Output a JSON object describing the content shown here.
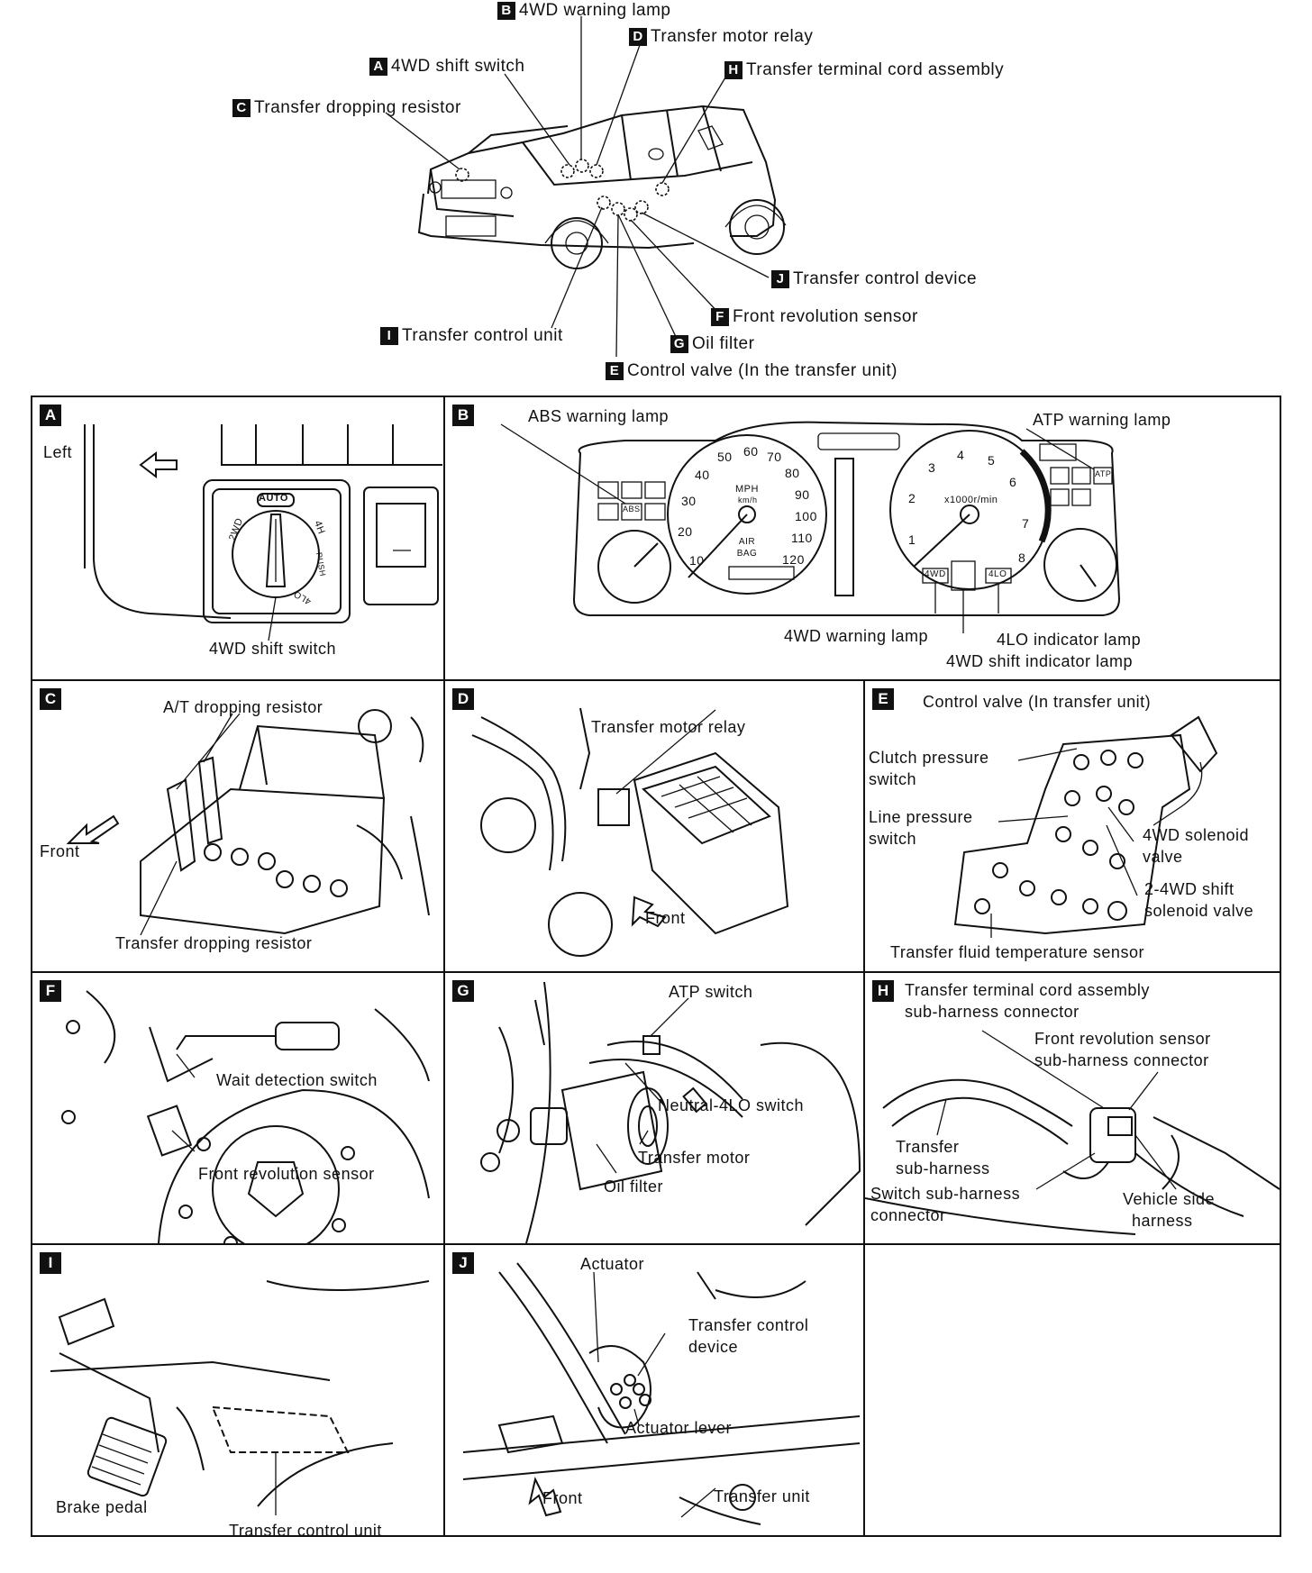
{
  "overview": {
    "callouts": [
      {
        "key": "B",
        "label": "4WD warning lamp"
      },
      {
        "key": "D",
        "label": "Transfer motor relay"
      },
      {
        "key": "A",
        "label": "4WD shift switch"
      },
      {
        "key": "H",
        "label": "Transfer terminal cord assembly"
      },
      {
        "key": "C",
        "label": "Transfer dropping resistor"
      },
      {
        "key": "J",
        "label": "Transfer control device"
      },
      {
        "key": "F",
        "label": "Front revolution sensor"
      },
      {
        "key": "I",
        "label": "Transfer control unit"
      },
      {
        "key": "G",
        "label": "Oil filter"
      },
      {
        "key": "E",
        "label": "Control valve (In the transfer unit)"
      }
    ]
  },
  "panels": {
    "A": {
      "key": "A",
      "left": "Left",
      "switch_label": "4WD shift switch",
      "auto": "AUTO",
      "pos_2wd": "2WD",
      "pos_4h": "4H",
      "push": "PUSH",
      "pos_4lo": "4LO"
    },
    "B": {
      "key": "B",
      "abs_lamp": "ABS warning lamp",
      "atp_lamp": "ATP warning lamp",
      "wd_lamp": "4WD warning lamp",
      "lo_lamp": "4LO indicator lamp",
      "shift_lamp": "4WD shift indicator lamp",
      "mph": "MPH",
      "kmh": "km/h",
      "rpm": "x1000r/min",
      "airbag": "AIR BAG",
      "abs": "ABS",
      "atp": "ATP",
      "wd": "4WD",
      "lo": "4LO",
      "speed_ticks": [
        "10",
        "20",
        "30",
        "40",
        "50",
        "60",
        "70",
        "80",
        "90",
        "100",
        "110",
        "120"
      ],
      "rpm_ticks": [
        "1",
        "2",
        "3",
        "4",
        "5",
        "6",
        "7",
        "8"
      ]
    },
    "C": {
      "key": "C",
      "at_resistor": "A/T dropping resistor",
      "front": "Front",
      "transfer_resistor": "Transfer dropping resistor"
    },
    "D": {
      "key": "D",
      "relay": "Transfer motor relay",
      "front": "Front"
    },
    "E": {
      "key": "E",
      "title": "Control valve (In transfer unit)",
      "clutch_1": "Clutch pressure",
      "clutch_2": "switch",
      "line_1": "Line pressure",
      "line_2": "switch",
      "sol4wd_1": "4WD solenoid",
      "sol4wd_2": "valve",
      "sol24_1": "2-4WD shift",
      "sol24_2": "solenoid valve",
      "temp": "Transfer fluid temperature sensor"
    },
    "F": {
      "key": "F",
      "wait": "Wait detection switch",
      "sensor": "Front revolution sensor"
    },
    "G": {
      "key": "G",
      "atp": "ATP switch",
      "neutral": "Neutral-4LO switch",
      "motor": "Transfer motor",
      "filter": "Oil filter"
    },
    "H": {
      "key": "H",
      "cord_1": "Transfer terminal cord assembly",
      "cord_2": "sub-harness connector",
      "frs_1": "Front revolution sensor",
      "frs_2": "sub-harness connector",
      "tsub_1": "Transfer",
      "tsub_2": "sub-harness",
      "sw_1": "Switch sub-harness",
      "sw_2": "connector",
      "veh_1": "Vehicle side",
      "veh_2": "harness"
    },
    "I": {
      "key": "I",
      "brake": "Brake pedal",
      "tcu": "Transfer control unit"
    },
    "J": {
      "key": "J",
      "actuator": "Actuator",
      "tcd_1": "Transfer control",
      "tcd_2": "device",
      "lever": "Actuator lever",
      "front": "Front",
      "unit": "Transfer unit"
    }
  }
}
